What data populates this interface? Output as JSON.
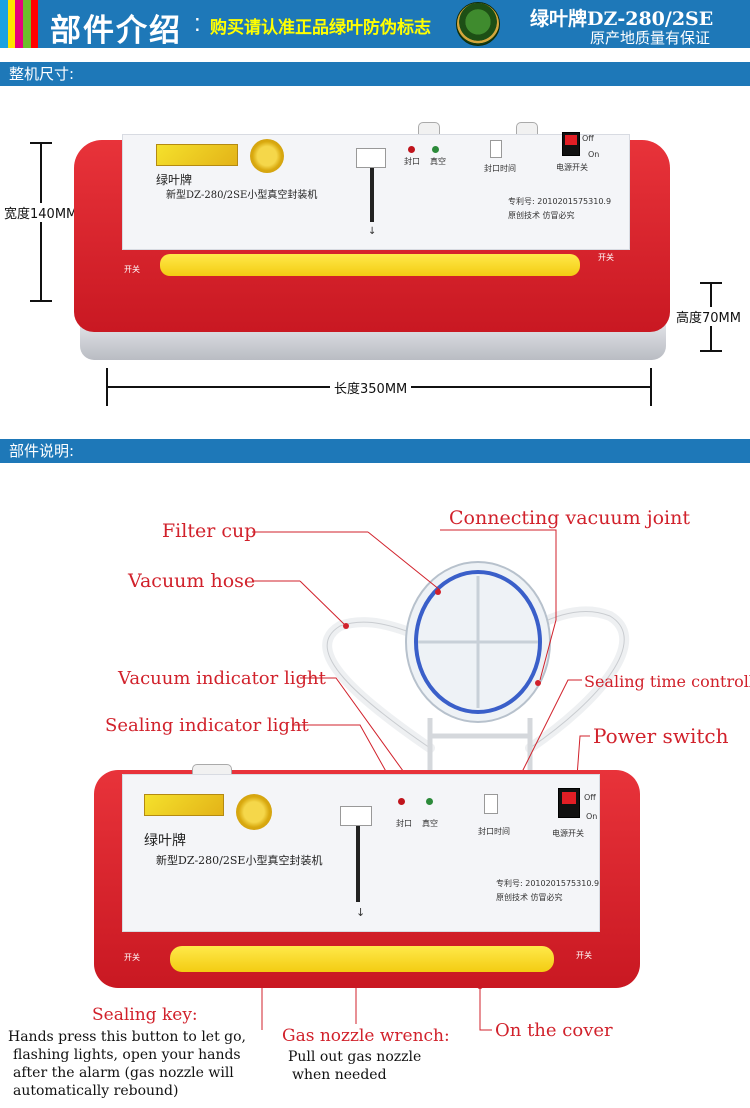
{
  "header": {
    "title": "部件介绍",
    "colon": ":",
    "slogan": "购买请认准正品绿叶防伪标志",
    "brand_model": "绿叶牌DZ-280/2SE",
    "brand_sub": "原产地质量有保证",
    "stripe_colors": [
      "#1ba1e2",
      "#ffe400",
      "#e6007e",
      "#6cbd2b",
      "#ff0000",
      "#1e78b8"
    ]
  },
  "section1": {
    "title": "整机尺寸:",
    "width_label": "宽度140MM",
    "height_label": "高度70MM",
    "length_label": "长度350MM"
  },
  "section2": {
    "title": "部件说明:"
  },
  "machine": {
    "brand": "绿叶牌",
    "model": "新型DZ-280/2SE小型真空封装机",
    "light1": "封口",
    "light2": "真空",
    "timer": "封口时间",
    "power": "电源开关",
    "off": "Off",
    "on": "On",
    "patent": "专利号:  2010201575310.9",
    "patent2": "原创技术  仿冒必究",
    "open_left": "开关",
    "open_right": "开关"
  },
  "callouts": {
    "filter_cup": "Filter cup",
    "connecting_vacuum_joint": "Connecting vacuum joint",
    "vacuum_hose": "Vacuum hose",
    "vacuum_indicator": "Vacuum indicator light",
    "sealing_time": "Sealing time controller",
    "sealing_indicator": "Sealing indicator light",
    "power_switch": "Power switch",
    "sealing_key": "Sealing key:",
    "sealing_key_desc_1": "Hands press this button to let go,",
    "sealing_key_desc_2": "flashing lights, open your hands",
    "sealing_key_desc_3": "after the alarm (gas nozzle will",
    "sealing_key_desc_4": "automatically rebound)",
    "gas_wrench": "Gas nozzle wrench:",
    "gas_wrench_desc_1": "Pull out gas nozzle",
    "gas_wrench_desc_2": "when needed",
    "on_cover": "On the cover"
  },
  "colors": {
    "banner_blue": "#1e78b8",
    "callout_red": "#d1212b",
    "machine_red": "#d8202a",
    "seal_yellow": "#ffe94a"
  }
}
